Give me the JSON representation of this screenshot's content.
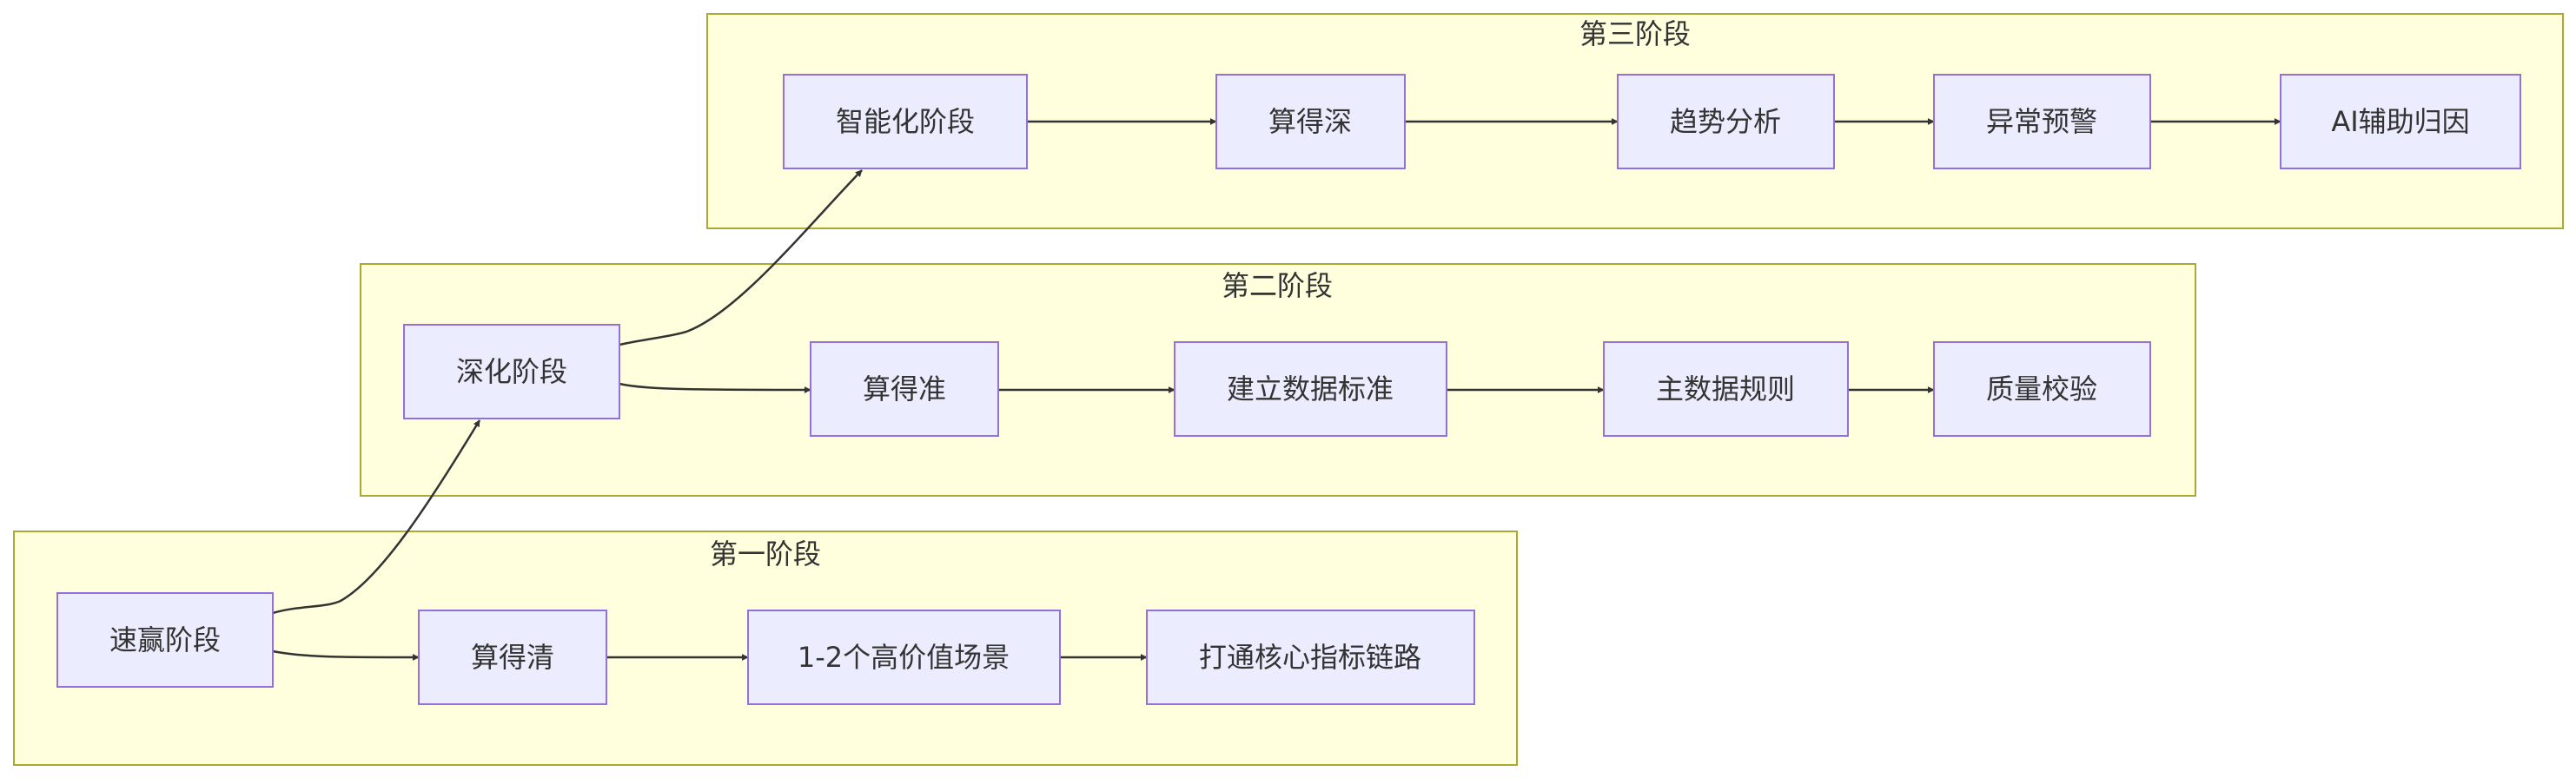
{
  "stages": [
    {
      "id": "s1",
      "title": "第一阶段"
    },
    {
      "id": "s2",
      "title": "第二阶段"
    },
    {
      "id": "s3",
      "title": "第三阶段"
    }
  ],
  "nodes": {
    "A1": "速赢阶段",
    "A2": "算得清",
    "A3": "1-2个高价值场景",
    "A4": "打通核心指标链路",
    "B1": "深化阶段",
    "B2": "算得准",
    "B3": "建立数据标准",
    "B4": "主数据规则",
    "B5": "质量校验",
    "C1": "智能化阶段",
    "C2": "算得深",
    "C3": "趋势分析",
    "C4": "异常预警",
    "C5": "AI辅助归因"
  },
  "edges": [
    [
      "A1",
      "A2"
    ],
    [
      "A2",
      "A3"
    ],
    [
      "A3",
      "A4"
    ],
    [
      "A1",
      "B1"
    ],
    [
      "B1",
      "B2"
    ],
    [
      "B2",
      "B3"
    ],
    [
      "B3",
      "B4"
    ],
    [
      "B4",
      "B5"
    ],
    [
      "B1",
      "C1"
    ],
    [
      "C1",
      "C2"
    ],
    [
      "C2",
      "C3"
    ],
    [
      "C3",
      "C4"
    ],
    [
      "C4",
      "C5"
    ]
  ],
  "colors": {
    "cluster_fill": "#ffffde",
    "cluster_stroke": "#aaaa33",
    "node_fill": "#ececff",
    "node_stroke": "#9370db",
    "edge": "#333333",
    "text": "#333333"
  }
}
